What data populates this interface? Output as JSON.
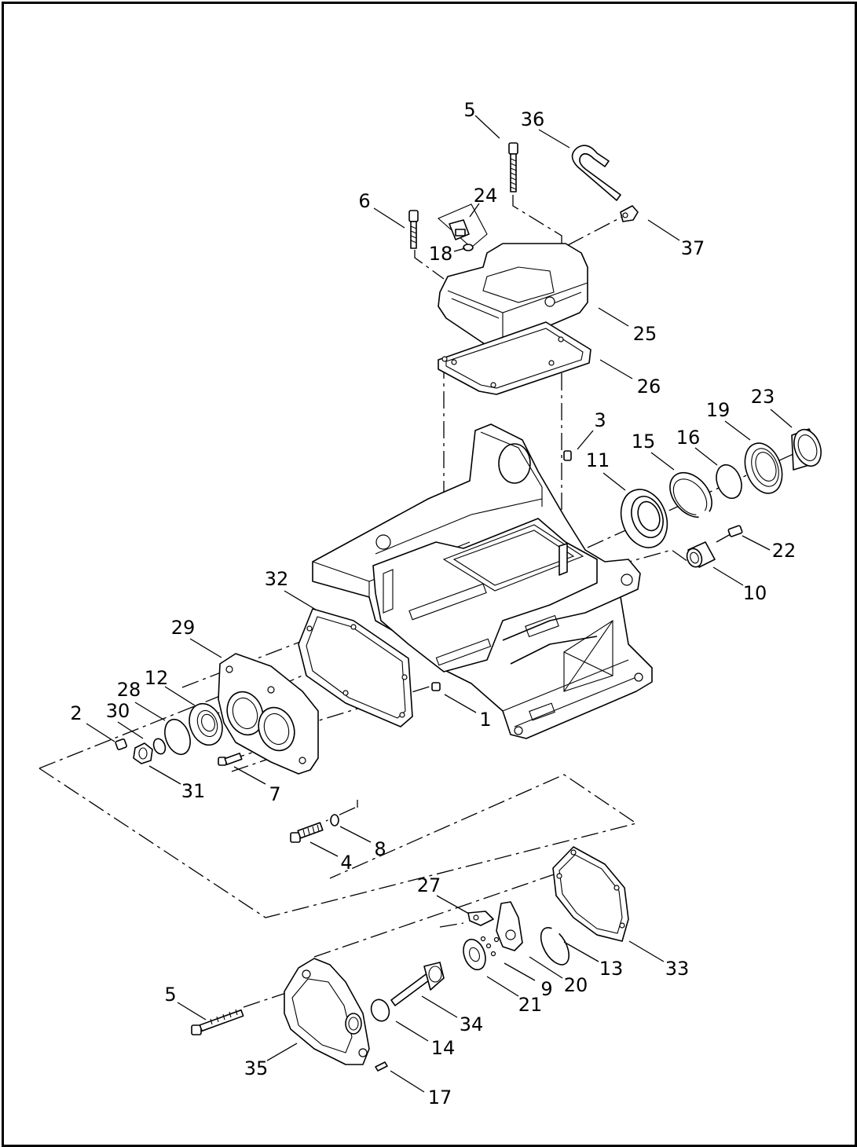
{
  "callouts": [
    {
      "id": "c5a",
      "text": "5"
    },
    {
      "id": "c36",
      "text": "36"
    },
    {
      "id": "c6",
      "text": "6"
    },
    {
      "id": "c24",
      "text": "24"
    },
    {
      "id": "c37",
      "text": "37"
    },
    {
      "id": "c18",
      "text": "18"
    },
    {
      "id": "c25",
      "text": "25"
    },
    {
      "id": "c26",
      "text": "26"
    },
    {
      "id": "c23",
      "text": "23"
    },
    {
      "id": "c19",
      "text": "19"
    },
    {
      "id": "c3",
      "text": "3"
    },
    {
      "id": "c16",
      "text": "16"
    },
    {
      "id": "c15",
      "text": "15"
    },
    {
      "id": "c11",
      "text": "11"
    },
    {
      "id": "c22",
      "text": "22"
    },
    {
      "id": "c10",
      "text": "10"
    },
    {
      "id": "c32",
      "text": "32"
    },
    {
      "id": "c29",
      "text": "29"
    },
    {
      "id": "c12",
      "text": "12"
    },
    {
      "id": "c28",
      "text": "28"
    },
    {
      "id": "c30",
      "text": "30"
    },
    {
      "id": "c2",
      "text": "2"
    },
    {
      "id": "c1",
      "text": "1"
    },
    {
      "id": "c31",
      "text": "31"
    },
    {
      "id": "c7",
      "text": "7"
    },
    {
      "id": "c8",
      "text": "8"
    },
    {
      "id": "c4",
      "text": "4"
    },
    {
      "id": "c27",
      "text": "27"
    },
    {
      "id": "c13",
      "text": "13"
    },
    {
      "id": "c33",
      "text": "33"
    },
    {
      "id": "c20",
      "text": "20"
    },
    {
      "id": "c9",
      "text": "9"
    },
    {
      "id": "c21",
      "text": "21"
    },
    {
      "id": "c5b",
      "text": "5"
    },
    {
      "id": "c34",
      "text": "34"
    },
    {
      "id": "c14",
      "text": "14"
    },
    {
      "id": "c35",
      "text": "35"
    },
    {
      "id": "c17",
      "text": "17"
    }
  ]
}
